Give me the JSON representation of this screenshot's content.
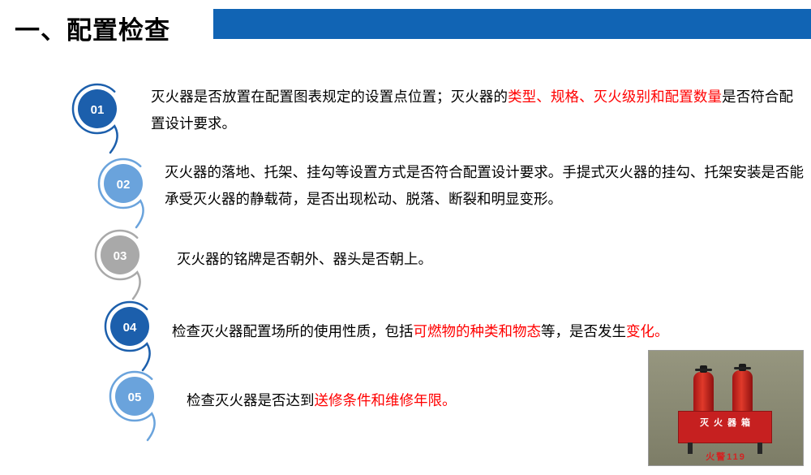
{
  "slide": {
    "title": "一、配置检查"
  },
  "colors": {
    "title_bar": "#1164b4",
    "dark_blue": "#1c5fac",
    "light_blue": "#6aa3dc",
    "gray": "#a9a9a9",
    "red_text": "#ff0000"
  },
  "items": [
    {
      "number": "01",
      "color": "#1c5fac",
      "segments": [
        {
          "text": "灭火器是否放置在配置图表规定的设置点位置；灭火器的",
          "red": false
        },
        {
          "text": "类型、规格、灭火级别和配置数量",
          "red": true
        },
        {
          "text": "是否符合配置设计要求。",
          "red": false
        }
      ]
    },
    {
      "number": "02",
      "color": "#6aa3dc",
      "segments": [
        {
          "text": "灭火器的落地、托架、挂勾等设置方式是否符合配置设计要求。手提式灭火器的挂勾、托架安装是否能承受灭火器的静载荷，是否出现松动、脱落、断裂和明显变形。",
          "red": false
        }
      ]
    },
    {
      "number": "03",
      "color": "#a9a9a9",
      "segments": [
        {
          "text": "灭火器的铭牌是否朝外、器头是否朝上。",
          "red": false
        }
      ]
    },
    {
      "number": "04",
      "color": "#1c5fac",
      "segments": [
        {
          "text": "检查灭火器配置场所的使用性质，包括",
          "red": false
        },
        {
          "text": "可燃物的种类和物态",
          "red": true
        },
        {
          "text": "等，是否发生",
          "red": false
        },
        {
          "text": "变化。",
          "red": true
        }
      ]
    },
    {
      "number": "05",
      "color": "#6aa3dc",
      "segments": [
        {
          "text": "检查灭火器是否达到",
          "red": false
        },
        {
          "text": "送修条件和维修年限。",
          "red": true
        }
      ]
    }
  ],
  "photo": {
    "box_label": "灭火器箱",
    "hotline_label": "火警119"
  }
}
